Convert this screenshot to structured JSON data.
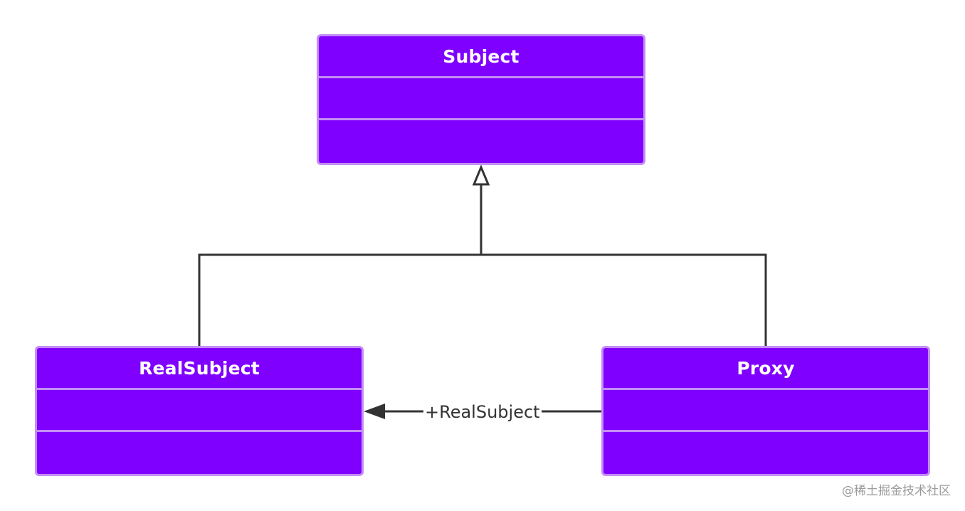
{
  "diagram": {
    "classes": {
      "subject": {
        "name": "Subject"
      },
      "real_subject": {
        "name": "RealSubject"
      },
      "proxy": {
        "name": "Proxy"
      }
    },
    "relations": {
      "association_label": "+RealSubject"
    }
  },
  "watermark": "@稀土掘金技术社区",
  "colors": {
    "class_fill": "#8000ff",
    "class_border": "#c48df5",
    "class_text": "#ffffff",
    "connector": "#333333"
  }
}
